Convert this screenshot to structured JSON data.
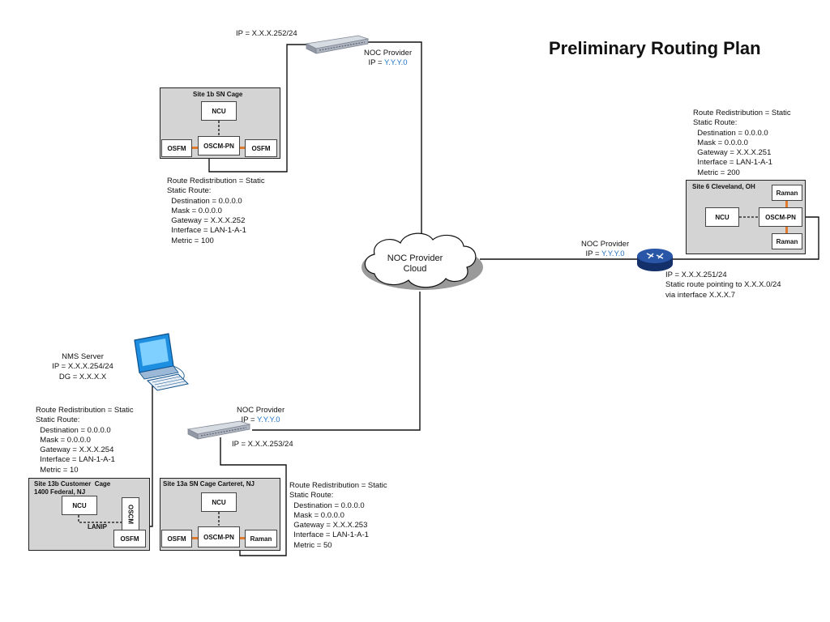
{
  "title": "Preliminary Routing Plan",
  "cloud": {
    "line1": "NOC Provider",
    "line2": "Cloud"
  },
  "top_switch": {
    "ip_label": "IP = X.X.X.252/24"
  },
  "top_noc": {
    "line1": "NOC Provider",
    "ip_prefix": "IP = ",
    "ip_value": "Y.Y.Y.0"
  },
  "site1b": {
    "name": "Site 1b SN Cage",
    "ncu": "NCU",
    "oscm": "OSCM-PN",
    "osfm_left": "OSFM",
    "osfm_right": "OSFM",
    "routing": [
      "Route Redistribution = Static",
      "Static Route:",
      "  Destination = 0.0.0.0",
      "  Mask = 0.0.0.0",
      "  Gateway = X.X.X.252",
      "  Interface = LAN-1-A-1",
      "  Metric = 100"
    ]
  },
  "site6": {
    "name": "Site 6 Cleveland, OH",
    "raman_top": "Raman",
    "ncu": "NCU",
    "oscm": "OSCM-PN",
    "raman_bottom": "Raman",
    "routing": [
      "Route Redistribution = Static",
      "Static Route:",
      "  Destination = 0.0.0.0",
      "  Mask = 0.0.0.0",
      "  Gateway = X.X.X.251",
      "  Interface = LAN-1-A-1",
      "  Metric = 200"
    ]
  },
  "right_noc": {
    "line1": "NOC Provider",
    "ip_prefix": "IP = ",
    "ip_value": "Y.Y.Y.0"
  },
  "router": {
    "lines": [
      "IP = X.X.X.251/24",
      "Static route pointing to X.X.X.0/24",
      "via interface X.X.X.7"
    ]
  },
  "nms": {
    "lines": [
      "NMS Server",
      "IP = X.X.X.254/24",
      "DG = X.X.X.X"
    ]
  },
  "site13b": {
    "name": "Site 13b Customer  Cage\n1400 Federal, NJ",
    "ncu": "NCU",
    "oscm": "OSCM",
    "osfm": "OSFM",
    "lanip": "LANIP",
    "routing": [
      "Route Redistribution = Static",
      "Static Route:",
      "  Destination = 0.0.0.0",
      "  Mask = 0.0.0.0",
      "  Gateway = X.X.X.254",
      "  Interface = LAN-1-A-1",
      "  Metric = 10"
    ]
  },
  "bottom_noc": {
    "line1": "NOC Provider",
    "ip_prefix": "IP = ",
    "ip_value": "Y.Y.Y.0"
  },
  "bottom_switch": {
    "ip_label": "IP = X.X.X.253/24"
  },
  "site13a": {
    "name": "Site 13a SN Cage Carteret, NJ",
    "ncu": "NCU",
    "osfm": "OSFM",
    "oscm": "OSCM-PN",
    "raman": "Raman",
    "routing": [
      "Route Redistribution = Static",
      "Static Route:",
      "  Destination = 0.0.0.0",
      "  Mask = 0.0.0.0",
      "  Gateway = X.X.X.253",
      "  Interface = LAN-1-A-1",
      "  Metric = 50"
    ]
  },
  "colors": {
    "ip_value": "#1f72c4",
    "site_bg": "#d4d4d4",
    "orange_link": "#e07a2c",
    "router": "#1d3f86"
  },
  "icons": {
    "switch": "network-switch-icon",
    "router": "router-icon",
    "cloud": "cloud-icon",
    "server": "computer-icon"
  }
}
